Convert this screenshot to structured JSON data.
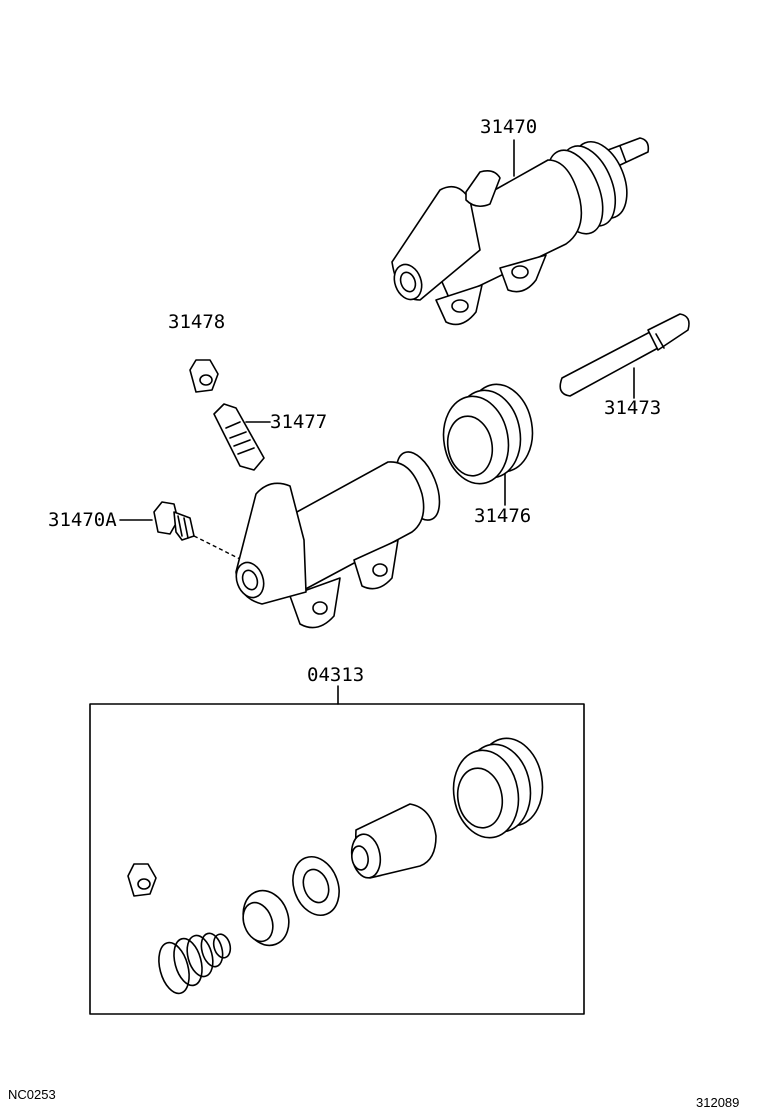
{
  "diagram": {
    "parts": {
      "cylinder_assembly": "31470",
      "bleeder_cap": "31478",
      "bleeder_plug": "31477",
      "union_bolt": "31470A",
      "boot": "31476",
      "push_rod": "31473",
      "repair_kit": "04313"
    },
    "footer": {
      "left_code": "NC0253",
      "right_code": "312089"
    }
  }
}
